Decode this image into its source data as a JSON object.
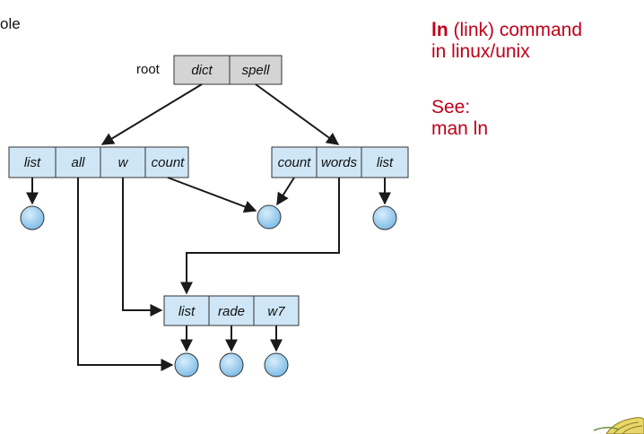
{
  "corner_fragment": "ole",
  "root_label": "root",
  "nodes": {
    "root": [
      "dict",
      "spell"
    ],
    "dict": [
      "list",
      "all",
      "w",
      "count"
    ],
    "spell": [
      "count",
      "words",
      "list"
    ],
    "shared": [
      "list",
      "rade",
      "w7"
    ]
  },
  "side_panel": {
    "command": "ln",
    "title_rest": " (link) command",
    "title_line2": "in linux/unix",
    "see_label": "See:",
    "see_value": "man ln"
  },
  "colors": {
    "cell_fill": "#cfe6f6",
    "root_cell_fill": "#d4d4d4",
    "leaf_fill": "#9fd0f0",
    "line": "#1a1a1a",
    "accent_text": "#c0001a"
  }
}
